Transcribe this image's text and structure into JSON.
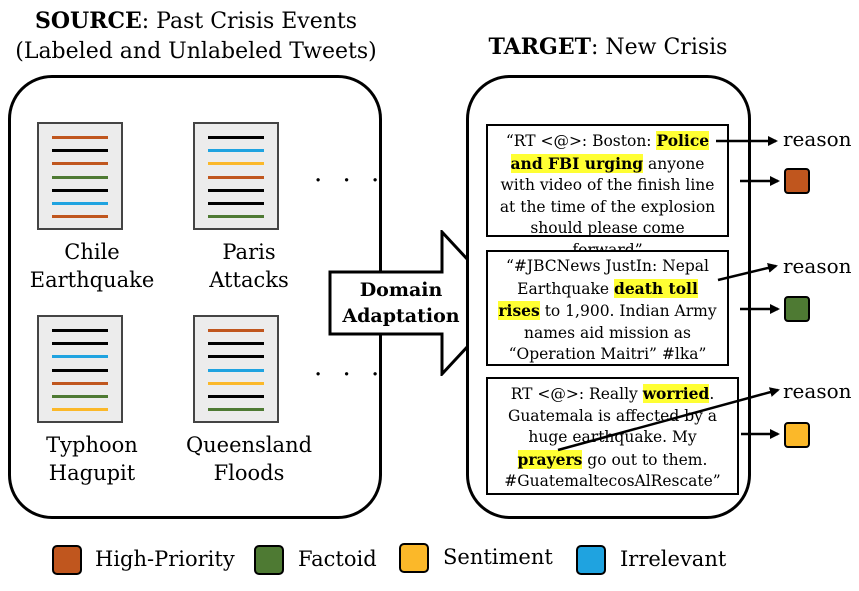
{
  "source_header": {
    "bold": "SOURCE",
    "rest": ": Past Crisis Events",
    "line2": "(Labeled and Unlabeled Tweets)"
  },
  "target_header": {
    "bold": "TARGET",
    "rest": ": New Crisis"
  },
  "events": [
    {
      "line1": "Chile",
      "line2": "Earthquake",
      "lines": [
        "#c0561e",
        "#000000",
        "#c0561e",
        "#4e7a33",
        "#000000",
        "#1fa3e0",
        "#c0561e"
      ]
    },
    {
      "line1": "Paris",
      "line2": "Attacks",
      "lines": [
        "#000000",
        "#1fa3e0",
        "#fbb829",
        "#c0561e",
        "#000000",
        "#000000",
        "#4e7a33"
      ]
    },
    {
      "line1": "Typhoon",
      "line2": "Hagupit",
      "lines": [
        "#000000",
        "#000000",
        "#1fa3e0",
        "#000000",
        "#c0561e",
        "#4e7a33",
        "#fbb829"
      ]
    },
    {
      "line1": "Queensland",
      "line2": "Floods",
      "lines": [
        "#c0561e",
        "#000000",
        "#000000",
        "#1fa3e0",
        "#fbb829",
        "#000000",
        "#4e7a33"
      ]
    }
  ],
  "ellipsis": "· · ·",
  "arrow_label": {
    "line1": "Domain",
    "line2": "Adaptation"
  },
  "tweets": [
    {
      "parts": [
        {
          "t": "“RT <@>: Boston: ",
          "hl": false
        },
        {
          "t": "Police and FBI urging",
          "hl": true
        },
        {
          "t": " anyone with video of the finish line at the time of the explosion should please come forward”",
          "hl": false
        }
      ],
      "class_color": "#c0561e"
    },
    {
      "parts": [
        {
          "t": "“#JBCNews JustIn: Nepal Earthquake ",
          "hl": false
        },
        {
          "t": "death toll rises",
          "hl": true
        },
        {
          "t": " to 1,900. Indian Army names aid mission as “Operation Maitri” #lka”",
          "hl": false
        }
      ],
      "class_color": "#4e7a33"
    },
    {
      "parts": [
        {
          "t": "RT <@>: Really ",
          "hl": false
        },
        {
          "t": "worried",
          "hl": true
        },
        {
          "t": ". Guatemala is affected by a huge earthquake. My ",
          "hl": false
        },
        {
          "t": "prayers",
          "hl": true
        },
        {
          "t": " go out to them. #GuatemaltecosAlRescate”",
          "hl": false
        }
      ],
      "class_color": "#fbb829"
    }
  ],
  "reason_label": "reason",
  "legend": [
    {
      "label": "High-Priority",
      "color": "#c0561e"
    },
    {
      "label": "Factoid",
      "color": "#4e7a33"
    },
    {
      "label": "Sentiment",
      "color": "#fbb829"
    },
    {
      "label": "Irrelevant",
      "color": "#1fa3e0"
    }
  ]
}
